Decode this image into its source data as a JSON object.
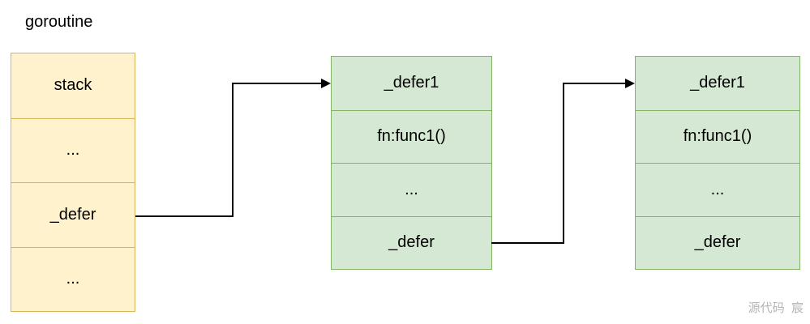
{
  "title": "goroutine",
  "colors": {
    "yellow_fill": "#FFF2CC",
    "yellow_border": "#D6B656",
    "green_fill": "#D5E8D4",
    "green_border": "#82B366",
    "arrow": "#000000",
    "text": "#000000",
    "watermark_color": "#B5B5B5"
  },
  "boxes": {
    "stack": {
      "rows": [
        "stack",
        "...",
        "_defer",
        "..."
      ]
    },
    "defer1": {
      "rows": [
        "_defer1",
        "fn:func1()",
        "...",
        "_defer"
      ]
    },
    "defer2": {
      "rows": [
        "_defer1",
        "fn:func1()",
        "...",
        "_defer"
      ]
    }
  },
  "watermark": "源代码  宸"
}
